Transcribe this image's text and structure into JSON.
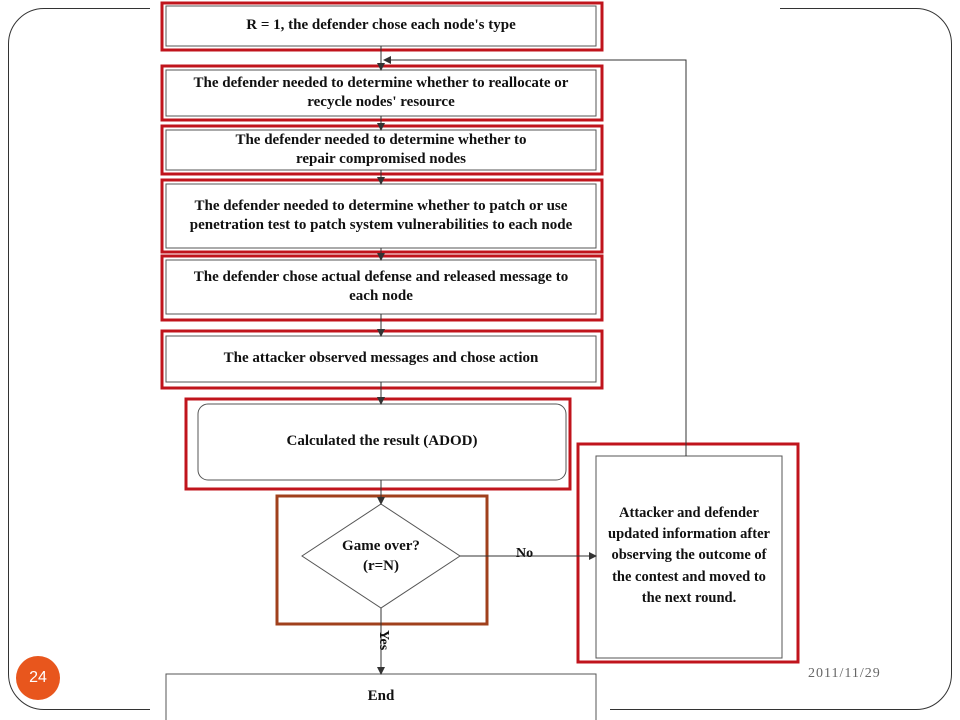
{
  "nodes": {
    "start": "R = 1, the defender chose  each node's type",
    "reallocate": "The defender needed to determine whether to reallocate or recycle nodes' resource",
    "repair": "The defender needed to determine whether to repair compromised nodes",
    "patch": "The defender needed to determine whether to patch or use penetration test to patch system vulnerabilities to each node",
    "defense": "The defender chose actual defense and released message to each node",
    "attacker": "The attacker observed messages and chose action",
    "calculate": "Calculated the result (ADOD)",
    "decision": "Game over?\n(r=N)",
    "update": "Attacker and defender updated information after observing the outcome of the contest and moved to the next round.",
    "end": "End"
  },
  "edges": {
    "no_label": "No",
    "yes_label": "Yes"
  },
  "footer": {
    "page_number": "24",
    "date": "2011/11/29"
  },
  "colors": {
    "highlight_red": "#c0141c",
    "highlight_brown": "#a0401c",
    "badge": "#e8561d"
  }
}
